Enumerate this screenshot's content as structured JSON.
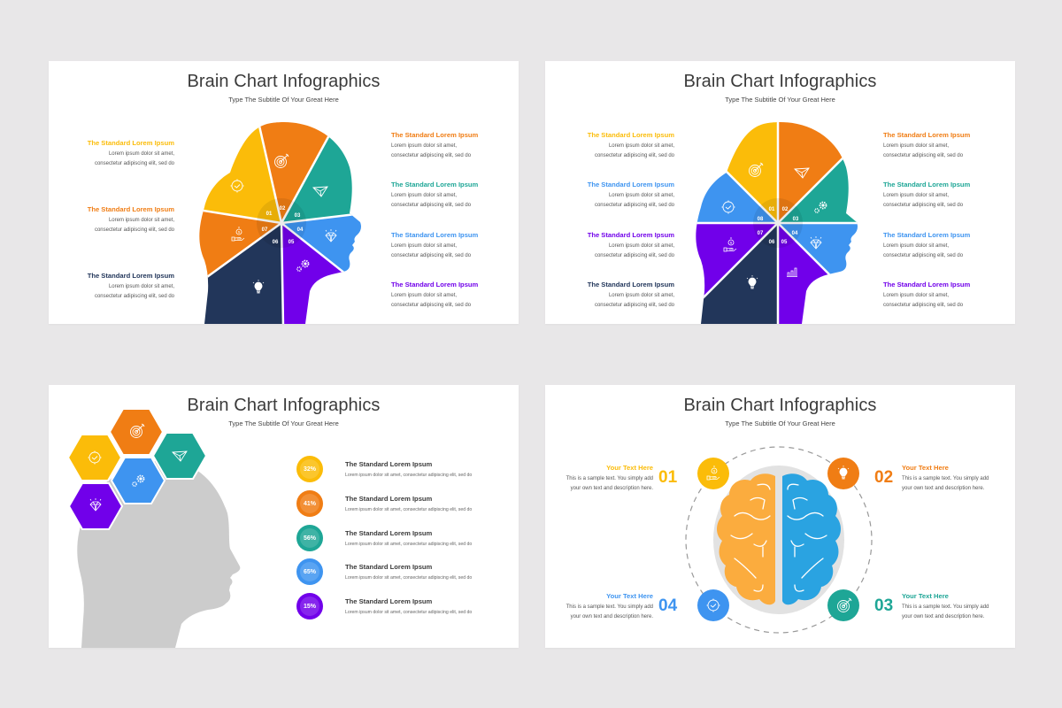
{
  "colors": {
    "yellow": "#fbbc09",
    "orange": "#f07d14",
    "teal": "#1ea696",
    "blue": "#3e94f0",
    "purple": "#7100ea",
    "navy": "#22365a",
    "grey_head": "#cccccc",
    "brain_left": "#fbac3e",
    "brain_right": "#2aa3e1"
  },
  "slides": [
    {
      "title": "Brain Chart Infographics",
      "subtitle": "Type The Subtitle Of Your Great Here",
      "segments": [
        {
          "num": "01",
          "icon": "clock-icon"
        },
        {
          "num": "02",
          "icon": "target-icon"
        },
        {
          "num": "03",
          "icon": "paper-plane-icon"
        },
        {
          "num": "04",
          "icon": "diamond-icon"
        },
        {
          "num": "05",
          "icon": "gears-icon"
        },
        {
          "num": "06",
          "icon": "lightbulb-icon"
        },
        {
          "num": "07",
          "icon": "money-hand-icon"
        }
      ],
      "left_labels": [
        {
          "heading": "The Standard Lorem Ipsum",
          "line1": "Lorem ipsum dolor sit amet,",
          "line2": "consectetur adipiscing elit, sed do"
        },
        {
          "heading": "The Standard Lorem Ipsum",
          "line1": "Lorem ipsum dolor sit amet,",
          "line2": "consectetur adipiscing elit, sed do"
        },
        {
          "heading": "The Standard Lorem Ipsum",
          "line1": "Lorem ipsum dolor sit amet,",
          "line2": "consectetur adipiscing elit, sed do"
        }
      ],
      "right_labels": [
        {
          "heading": "The Standard Lorem Ipsum",
          "line1": "Lorem ipsum dolor sit amet,",
          "line2": "consectetur adipiscing elit, sed do"
        },
        {
          "heading": "The Standard Lorem Ipsum",
          "line1": "Lorem ipsum dolor sit amet,",
          "line2": "consectetur adipiscing elit, sed do"
        },
        {
          "heading": "The Standard Lorem Ipsum",
          "line1": "Lorem ipsum dolor sit amet,",
          "line2": "consectetur adipiscing elit, sed do"
        },
        {
          "heading": "The Standard Lorem Ipsum",
          "line1": "Lorem ipsum dolor sit amet,",
          "line2": "consectetur adipiscing elit, sed do"
        }
      ]
    },
    {
      "title": "Brain Chart Infographics",
      "subtitle": "Type The Subtitle Of Your Great Here",
      "segments": [
        {
          "num": "01",
          "icon": "target-icon"
        },
        {
          "num": "02",
          "icon": "paper-plane-icon"
        },
        {
          "num": "03",
          "icon": "gears-icon"
        },
        {
          "num": "04",
          "icon": "diamond-icon"
        },
        {
          "num": "05",
          "icon": "bar-chart-icon"
        },
        {
          "num": "06",
          "icon": "lightbulb-icon"
        },
        {
          "num": "07",
          "icon": "money-hand-icon"
        },
        {
          "num": "08",
          "icon": "clock-icon"
        }
      ],
      "left_labels": [
        {
          "heading": "The Standard Lorem Ipsum",
          "line1": "Lorem ipsum dolor sit amet,",
          "line2": "consectetur adipiscing elit, sed do"
        },
        {
          "heading": "The Standard Lorem Ipsum",
          "line1": "Lorem ipsum dolor sit amet,",
          "line2": "consectetur adipiscing elit, sed do"
        },
        {
          "heading": "The Standard Lorem Ipsum",
          "line1": "Lorem ipsum dolor sit amet,",
          "line2": "consectetur adipiscing elit, sed do"
        },
        {
          "heading": "The Standard Lorem Ipsum",
          "line1": "Lorem ipsum dolor sit amet,",
          "line2": "consectetur adipiscing elit, sed do"
        }
      ],
      "right_labels": [
        {
          "heading": "The Standard Lorem Ipsum",
          "line1": "Lorem ipsum dolor sit amet,",
          "line2": "consectetur adipiscing elit, sed do"
        },
        {
          "heading": "The Standard Lorem Ipsum",
          "line1": "Lorem ipsum dolor sit amet,",
          "line2": "consectetur adipiscing elit, sed do"
        },
        {
          "heading": "The Standard Lorem Ipsum",
          "line1": "Lorem ipsum dolor sit amet,",
          "line2": "consectetur adipiscing elit, sed do"
        },
        {
          "heading": "The Standard Lorem Ipsum",
          "line1": "Lorem ipsum dolor sit amet,",
          "line2": "consectetur adipiscing elit, sed do"
        }
      ]
    },
    {
      "title": "Brain Chart Infographics",
      "subtitle": "Type The Subtitle Of Your Great Here",
      "hexagons": [
        {
          "icon": "clock-icon",
          "color": "yellow"
        },
        {
          "icon": "target-icon",
          "color": "orange"
        },
        {
          "icon": "paper-plane-icon",
          "color": "teal"
        },
        {
          "icon": "gears-icon",
          "color": "blue"
        },
        {
          "icon": "diamond-icon",
          "color": "purple"
        }
      ],
      "rows": [
        {
          "percent": "32%",
          "heading": "The Standard Lorem Ipsum",
          "text": "Lorem ipsum dolor sit amet, consectetur adipiscing elit, sed do"
        },
        {
          "percent": "41%",
          "heading": "The Standard Lorem Ipsum",
          "text": "Lorem ipsum dolor sit amet, consectetur adipiscing elit, sed do"
        },
        {
          "percent": "56%",
          "heading": "The Standard Lorem Ipsum",
          "text": "Lorem ipsum dolor sit amet, consectetur adipiscing elit, sed do"
        },
        {
          "percent": "65%",
          "heading": "The Standard Lorem Ipsum",
          "text": "Lorem ipsum dolor sit amet, consectetur adipiscing elit, sed do"
        },
        {
          "percent": "15%",
          "heading": "The Standard Lorem Ipsum",
          "text": "Lorem ipsum dolor sit amet, consectetur adipiscing elit, sed do"
        }
      ]
    },
    {
      "title": "Brain Chart Infographics",
      "subtitle": "Type The Subtitle Of Your Great Here",
      "items": [
        {
          "num": "01",
          "heading": "Your Text Here",
          "line1": "This is a sample text. You simply add",
          "line2": "your own text and description here.",
          "icon": "money-hand-icon"
        },
        {
          "num": "02",
          "heading": "Your Text Here",
          "line1": "This is a sample text. You simply add",
          "line2": "your own text and description here.",
          "icon": "lightbulb-icon"
        },
        {
          "num": "03",
          "heading": "Your Text Here",
          "line1": "This is a sample text. You simply add",
          "line2": "your own text and description here.",
          "icon": "target-icon"
        },
        {
          "num": "04",
          "heading": "Your Text Here",
          "line1": "This is a sample text. You simply add",
          "line2": "your own text and description here.",
          "icon": "clock-icon"
        }
      ]
    }
  ]
}
